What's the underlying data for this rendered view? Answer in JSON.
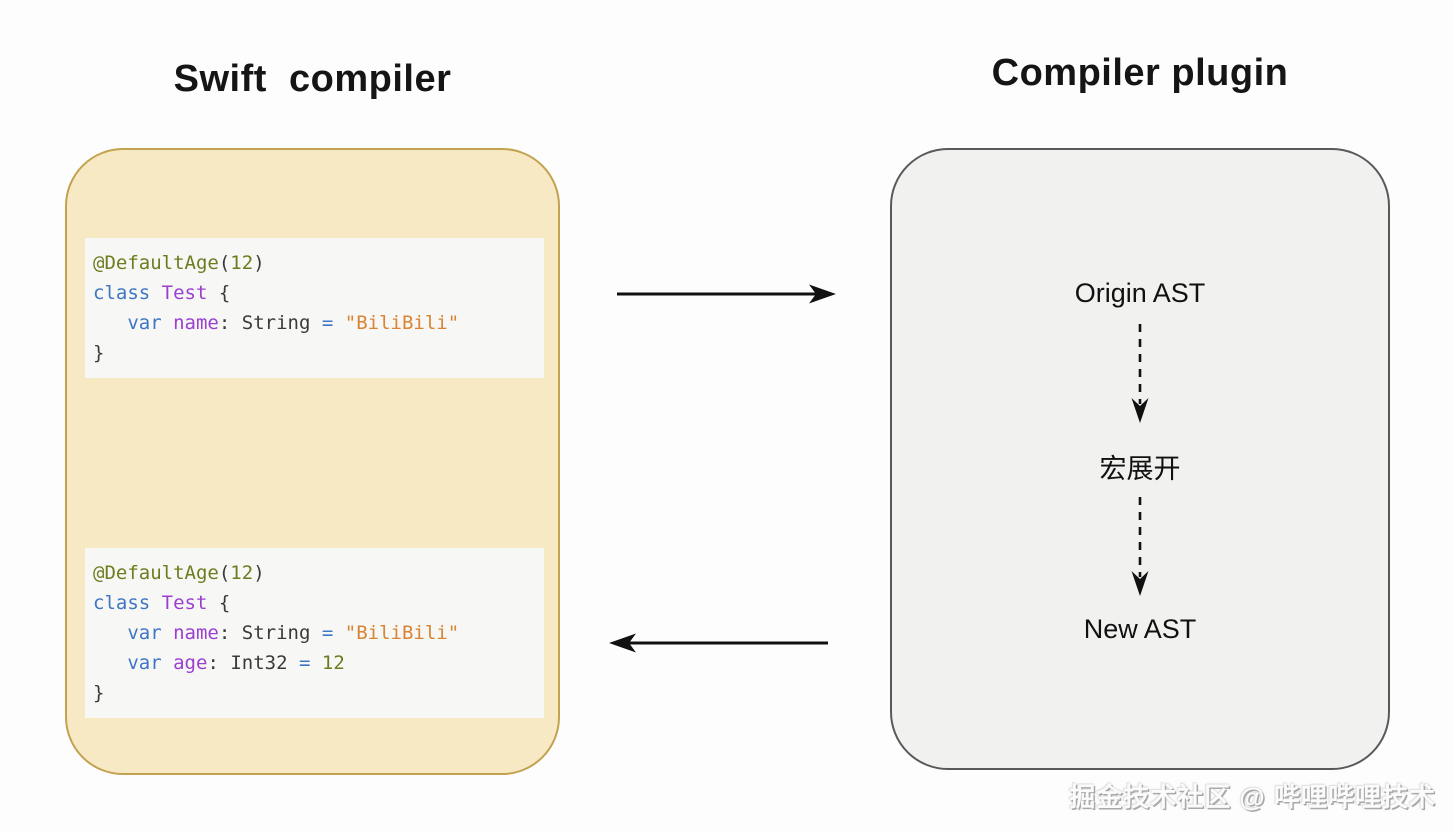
{
  "titles": {
    "left": "Swift  compiler",
    "right": "Compiler plugin"
  },
  "left_panel": {
    "code_blocks": [
      {
        "lines": [
          [
            {
              "t": "@DefaultAge",
              "c": "at"
            },
            {
              "t": "(",
              "c": "pl"
            },
            {
              "t": "12",
              "c": "num"
            },
            {
              "t": ")",
              "c": "pl"
            }
          ],
          [
            {
              "t": "class",
              "c": "kw"
            },
            {
              "t": " ",
              "c": "pl"
            },
            {
              "t": "Test",
              "c": "id"
            },
            {
              "t": " {",
              "c": "pl"
            }
          ],
          [
            {
              "t": "   ",
              "c": "pl"
            },
            {
              "t": "var",
              "c": "kw"
            },
            {
              "t": " ",
              "c": "pl"
            },
            {
              "t": "name",
              "c": "id"
            },
            {
              "t": ": ",
              "c": "pl"
            },
            {
              "t": "String ",
              "c": "pl"
            },
            {
              "t": "=",
              "c": "kw"
            },
            {
              "t": " ",
              "c": "pl"
            },
            {
              "t": "\"BiliBili\"",
              "c": "str"
            }
          ],
          [
            {
              "t": "}",
              "c": "pl"
            }
          ]
        ]
      },
      {
        "lines": [
          [
            {
              "t": "@DefaultAge",
              "c": "at"
            },
            {
              "t": "(",
              "c": "pl"
            },
            {
              "t": "12",
              "c": "num"
            },
            {
              "t": ")",
              "c": "pl"
            }
          ],
          [
            {
              "t": "class",
              "c": "kw"
            },
            {
              "t": " ",
              "c": "pl"
            },
            {
              "t": "Test",
              "c": "id"
            },
            {
              "t": " {",
              "c": "pl"
            }
          ],
          [
            {
              "t": "   ",
              "c": "pl"
            },
            {
              "t": "var",
              "c": "kw"
            },
            {
              "t": " ",
              "c": "pl"
            },
            {
              "t": "name",
              "c": "id"
            },
            {
              "t": ": ",
              "c": "pl"
            },
            {
              "t": "String ",
              "c": "pl"
            },
            {
              "t": "=",
              "c": "kw"
            },
            {
              "t": " ",
              "c": "pl"
            },
            {
              "t": "\"BiliBili\"",
              "c": "str"
            }
          ],
          [
            {
              "t": "   ",
              "c": "pl"
            },
            {
              "t": "var",
              "c": "kw"
            },
            {
              "t": " ",
              "c": "pl"
            },
            {
              "t": "age",
              "c": "id"
            },
            {
              "t": ": ",
              "c": "pl"
            },
            {
              "t": "Int32 ",
              "c": "pl"
            },
            {
              "t": "=",
              "c": "kw"
            },
            {
              "t": " ",
              "c": "pl"
            },
            {
              "t": "12",
              "c": "num"
            }
          ],
          [
            {
              "t": "}",
              "c": "pl"
            }
          ]
        ]
      }
    ]
  },
  "right_panel": {
    "steps": [
      "Origin AST",
      "宏展开",
      "New AST"
    ]
  },
  "watermark": "掘金技术社区 @ 哔哩哔哩技术",
  "colors": {
    "left_box_fill": "#f8e9c5",
    "left_box_border": "#c3a24f",
    "right_box_fill": "#f1f1f0",
    "right_box_border": "#58595b",
    "code_bg": "#f7f7f5",
    "code_keyword": "#3e75c4",
    "code_identifier": "#9a3fd1",
    "code_attribute": "#6e7c1f",
    "code_number": "#6e7c1f",
    "code_string": "#d98434",
    "code_plain": "#3a3a3a",
    "arrow": "#111111"
  }
}
